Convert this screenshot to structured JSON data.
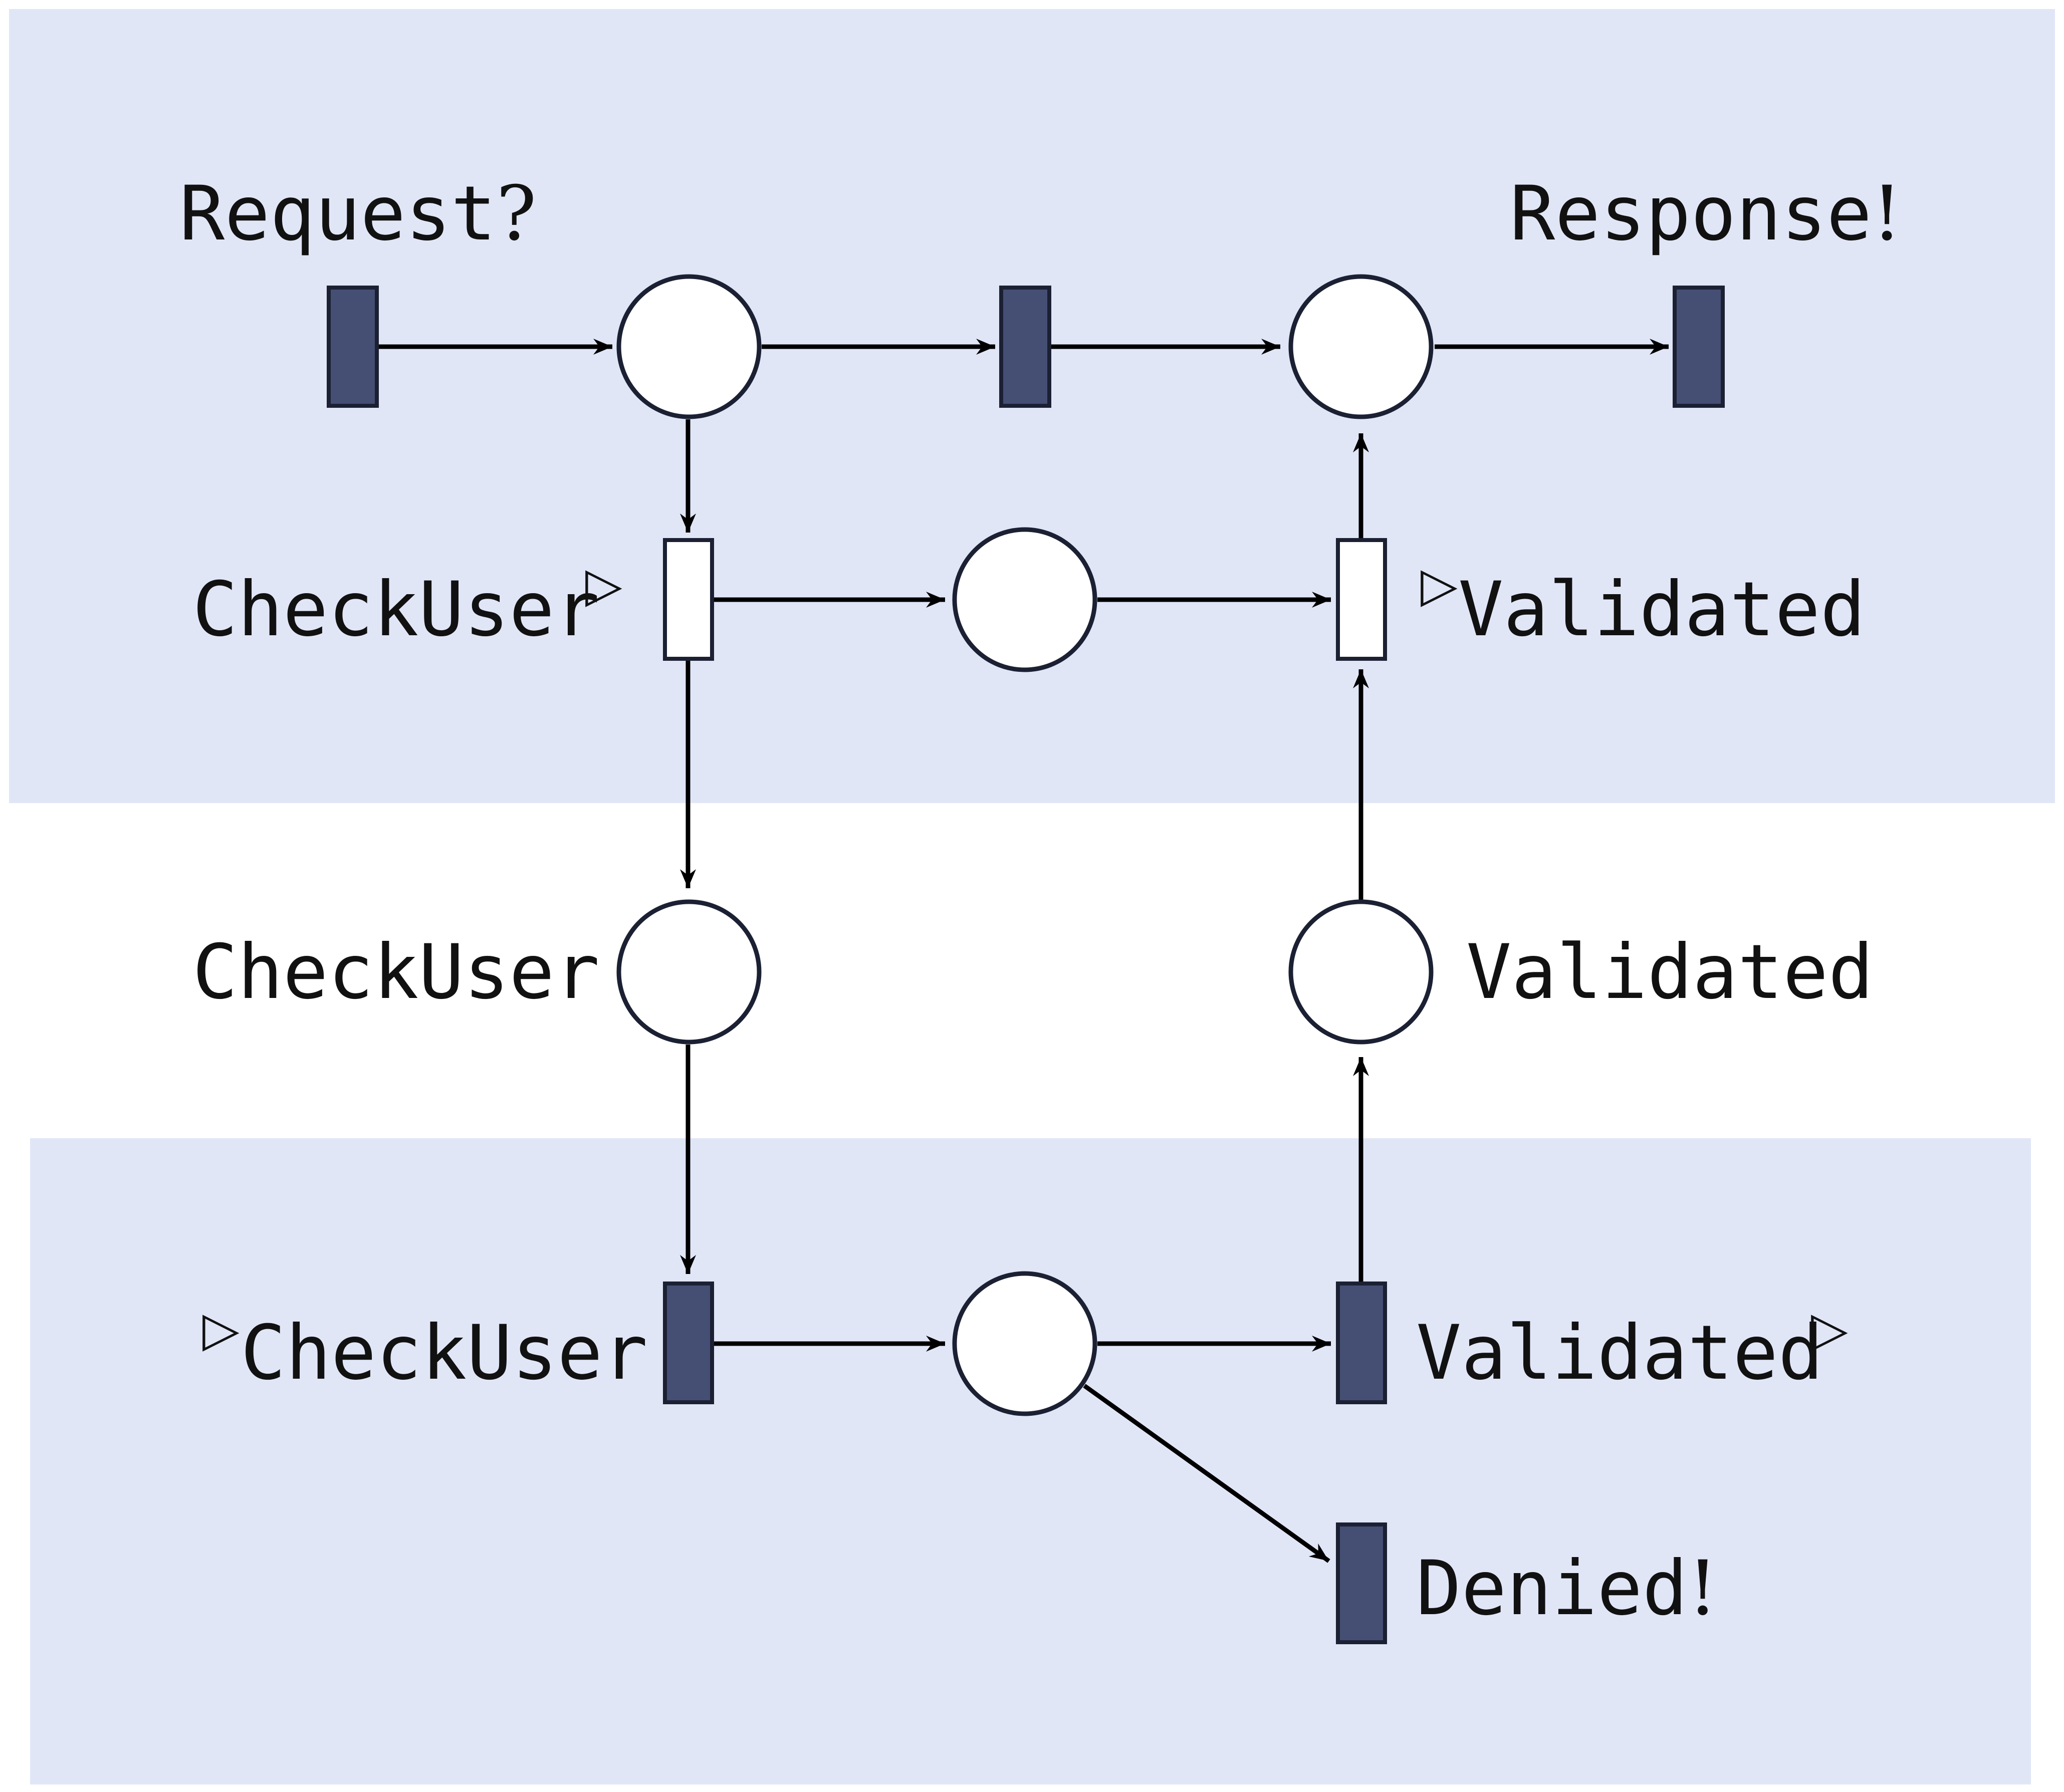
{
  "colors": {
    "region_fill": "#e1e6f7",
    "transition_fill": "#454f74",
    "outline": "#1b2033",
    "arrow": "#000000",
    "place_fill": "#ffffff"
  },
  "labels": {
    "request": "Request",
    "request_mark": "?",
    "response": "Response",
    "response_mark": "!",
    "checkuser_out": "CheckUser",
    "checkuser_out_marker": "▷",
    "validated_in_marker": "▷",
    "validated_in": "Validated",
    "checkuser_place": "CheckUser",
    "validated_place": "Validated",
    "checkuser_in_marker": "▷",
    "checkuser_in": "CheckUser",
    "validated_out": "Validated",
    "validated_out_marker": "▷",
    "denied": "Denied",
    "denied_mark": "!"
  }
}
